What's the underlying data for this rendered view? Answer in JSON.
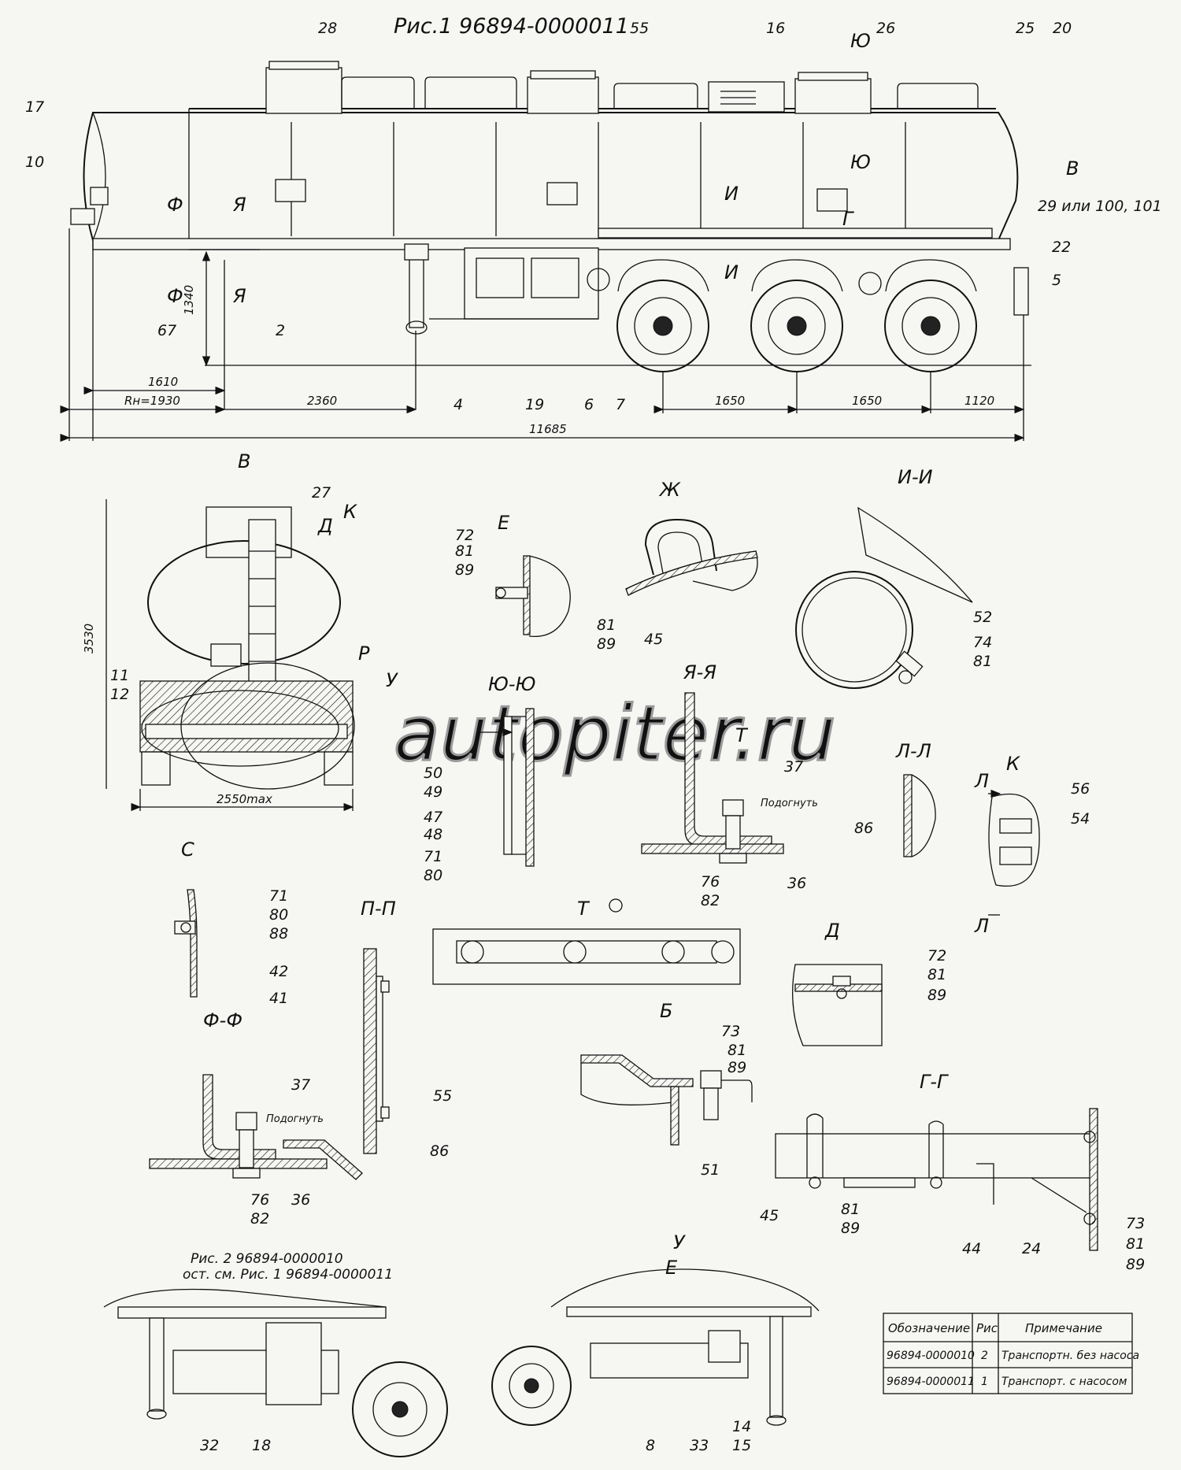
{
  "figure1": {
    "title": "Рис.1 96894-0000011",
    "callouts": [
      "28",
      "55",
      "16",
      "26",
      "25",
      "20",
      "17",
      "10",
      "67",
      "2",
      "4",
      "19",
      "6",
      "7",
      "5",
      "22",
      "29 или 100, 101"
    ],
    "section_marks": [
      "Ю",
      "Ю",
      "Ф",
      "Ф",
      "Я",
      "Я",
      "И",
      "И",
      "Г",
      "В"
    ],
    "dimensions": {
      "height": "1340",
      "d1": "1610",
      "d2": "Rн=1930",
      "d3": "2360",
      "d4": "1650",
      "d5": "1650",
      "d6": "1120",
      "total": "11685"
    }
  },
  "views": {
    "V": {
      "label": "В",
      "callouts": [
        "27",
        "Д",
        "К",
        "Р",
        "У",
        "11",
        "12"
      ],
      "dim_height": "3530",
      "dim_width": "2550max"
    },
    "E": {
      "label": "Е",
      "callouts": [
        "72",
        "81",
        "89"
      ]
    },
    "Zh": {
      "label": "Ж",
      "callouts": [
        "81",
        "89",
        "45"
      ]
    },
    "II": {
      "label": "И-И",
      "callouts": [
        "52",
        "74",
        "81"
      ]
    },
    "YuYu": {
      "label": "Ю-Ю",
      "callouts": [
        "50",
        "49",
        "47",
        "48",
        "71",
        "80"
      ]
    },
    "YaYa": {
      "label": "Я-Я",
      "mark": "Т",
      "callouts": [
        "37",
        "76",
        "82",
        "36"
      ],
      "note": "Подогнуть"
    },
    "LL": {
      "label": "Л-Л",
      "callouts": [
        "86"
      ]
    },
    "K": {
      "label": "К",
      "callouts": [
        "56",
        "54"
      ],
      "marks": [
        "Л",
        "Л"
      ]
    },
    "S": {
      "label": "С",
      "callouts": [
        "71",
        "80",
        "88",
        "42",
        "41"
      ]
    },
    "PP": {
      "label": "П-П",
      "callouts": [
        "55",
        "86"
      ]
    },
    "T": {
      "label": "Т"
    },
    "D": {
      "label": "Д",
      "callouts": [
        "72",
        "81",
        "89"
      ]
    },
    "FF": {
      "label": "Ф-Ф",
      "callouts": [
        "37",
        "76",
        "82",
        "36"
      ],
      "note": "Подогнуть"
    },
    "B": {
      "label": "Б",
      "callouts": [
        "73",
        "81",
        "89",
        "51"
      ]
    },
    "GG": {
      "label": "Г-Г",
      "callouts": [
        "45",
        "81",
        "89",
        "44",
        "24",
        "73",
        "81",
        "89"
      ]
    },
    "U": {
      "label": "У",
      "mark": "Е",
      "callouts": [
        "8",
        "33",
        "14",
        "15"
      ]
    }
  },
  "figure2": {
    "caption_line1": "Рис. 2 96894-0000010",
    "caption_line2": "ост. см. Рис. 1 96894-0000011",
    "callouts": [
      "32",
      "18"
    ]
  },
  "table": {
    "headers": [
      "Обозначение",
      "Рис",
      "Примечание"
    ],
    "rows": [
      [
        "96894-0000010",
        "2",
        "Транспортн. без насоса"
      ],
      [
        "96894-0000011",
        "1",
        "Транспорт. с насосом"
      ]
    ]
  },
  "watermark": "autopiter.ru"
}
